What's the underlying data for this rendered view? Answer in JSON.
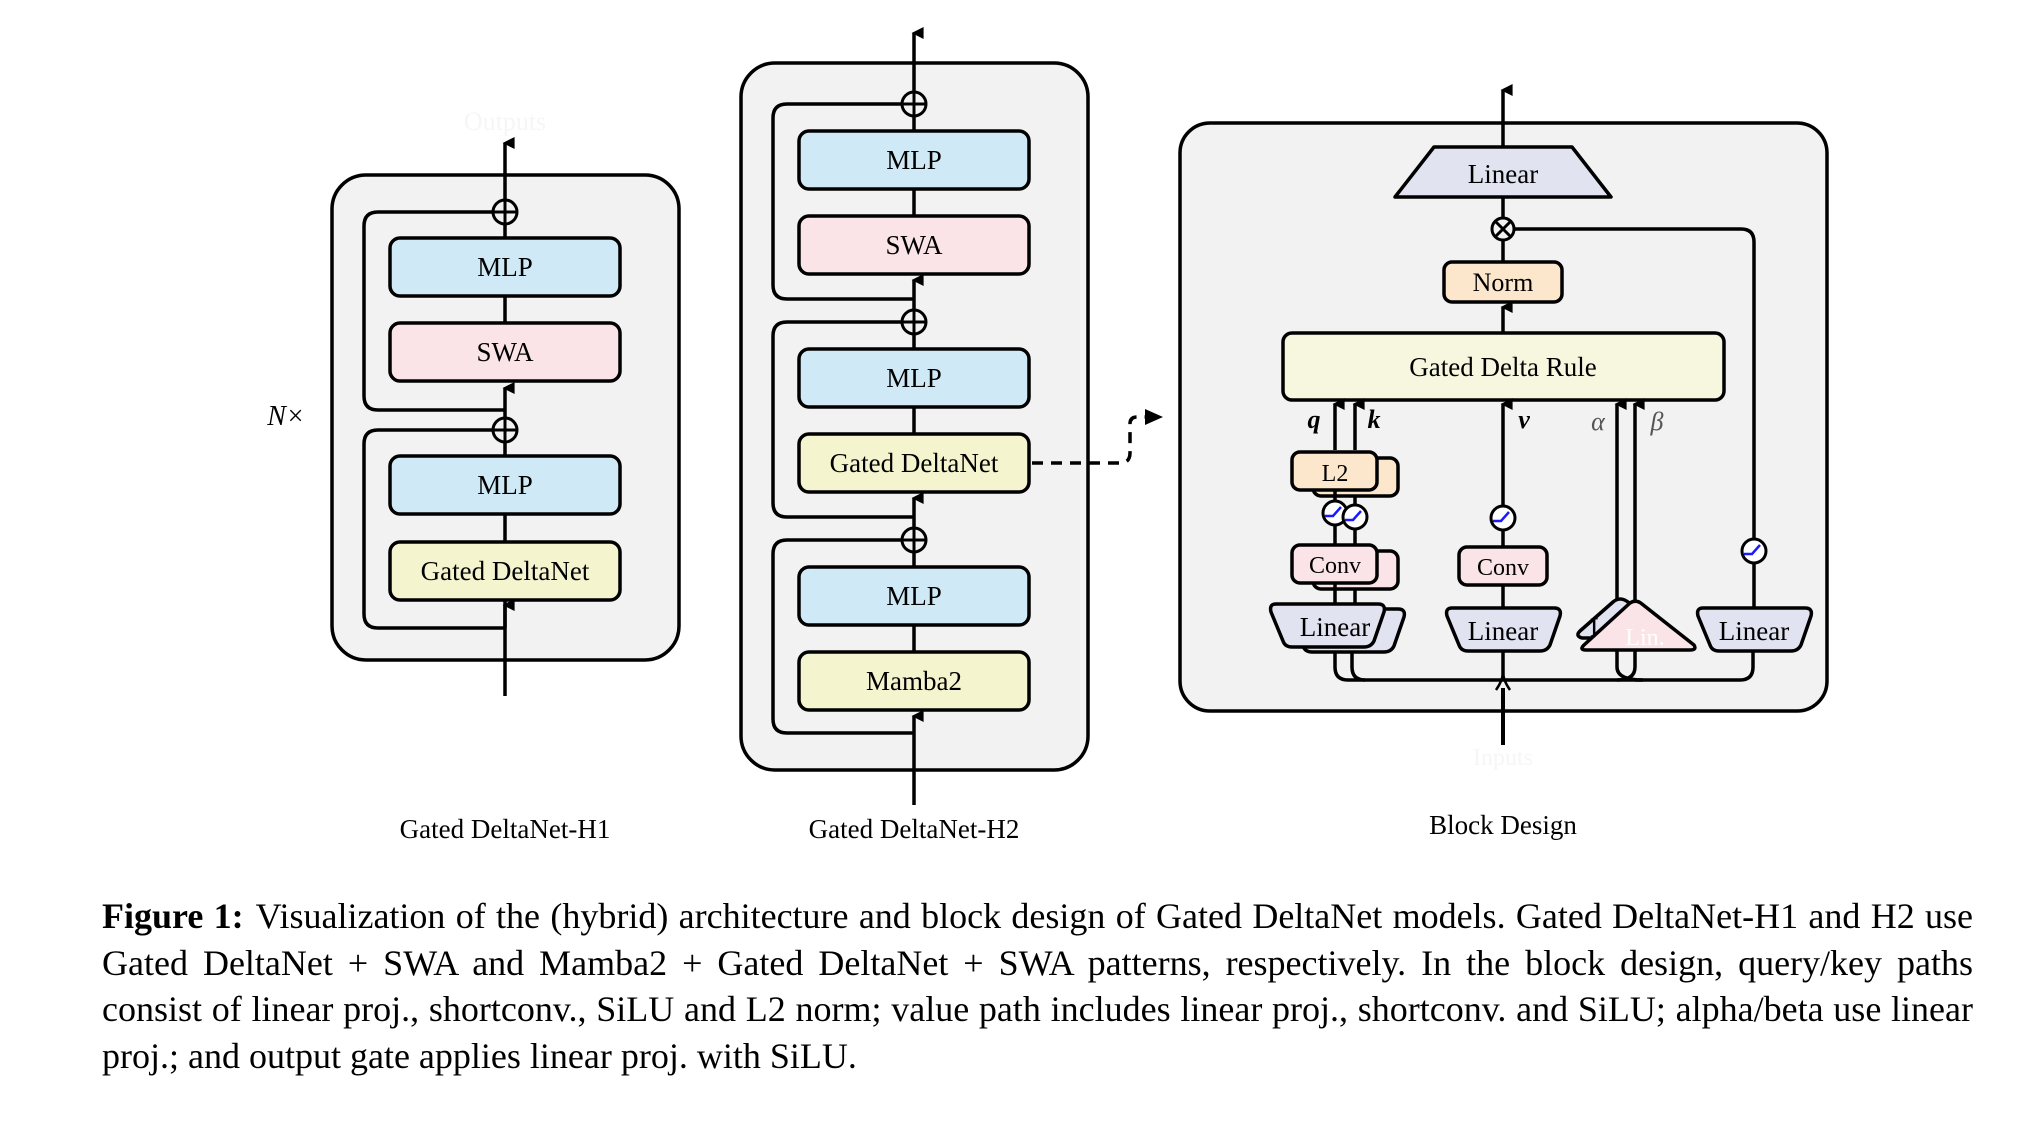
{
  "figure": {
    "h1": {
      "title": "Gated DeltaNet-H1",
      "repeat_label": "N×",
      "faint_top_label": "Outputs",
      "blocks": [
        {
          "label": "MLP",
          "kind": "mlp"
        },
        {
          "label": "SWA",
          "kind": "swa"
        },
        {
          "label": "MLP",
          "kind": "mlp"
        },
        {
          "label": "Gated DeltaNet",
          "kind": "gdn"
        }
      ]
    },
    "h2": {
      "title": "Gated DeltaNet-H2",
      "blocks": [
        {
          "label": "MLP",
          "kind": "mlp"
        },
        {
          "label": "SWA",
          "kind": "swa"
        },
        {
          "label": "MLP",
          "kind": "mlp"
        },
        {
          "label": "Gated DeltaNet",
          "kind": "gdn"
        },
        {
          "label": "MLP",
          "kind": "mlp"
        },
        {
          "label": "Mamba2",
          "kind": "gdn"
        }
      ]
    },
    "block": {
      "title": "Block Design",
      "faint_bottom_label": "Inputs",
      "output_linear": "Linear",
      "norm": "Norm",
      "core": "Gated Delta Rule",
      "l2": "L2",
      "conv_qk": "Conv",
      "conv_v": "Conv",
      "linear_qk": "Linear",
      "linear_v": "Linear",
      "linear_ab": "Lin.",
      "linear_ab_back": "L",
      "linear_gate": "Linear",
      "inputs": {
        "q": "q",
        "k": "k",
        "v": "v",
        "alpha": "α",
        "beta": "β"
      }
    },
    "colors": {
      "mlp": "#cfeaf6",
      "swa": "#fbe4e8",
      "gdn": "#f4f4cf",
      "core": "#f7f7e0",
      "norm": "#fde7cc",
      "linear": "#e1e3f1",
      "panel": "#f2f2f2",
      "silu_curve": "#1a1aff"
    }
  },
  "caption": {
    "label": "Figure 1:",
    "text": "Visualization of the (hybrid) architecture and block design of Gated DeltaNet models. Gated DeltaNet-H1 and H2 use Gated DeltaNet + SWA and Mamba2 + Gated DeltaNet + SWA patterns, respec­tively. In the block design, query/key paths consist of linear proj., shortconv., SiLU and L2 norm; value path includes linear proj., shortconv. and SiLU; alpha/beta use linear proj.; and output gate applies linear proj. with SiLU."
  }
}
